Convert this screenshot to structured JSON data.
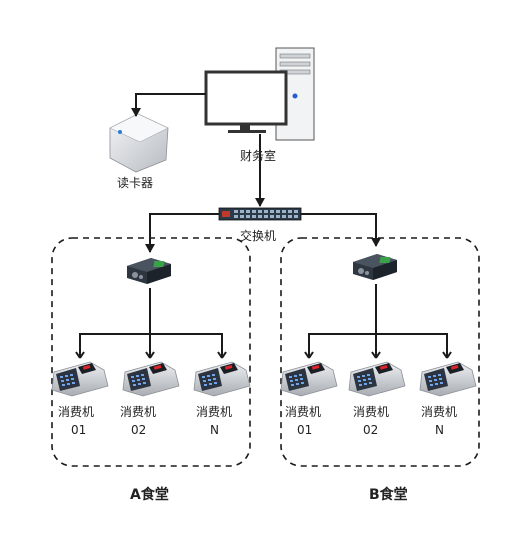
{
  "finance_room": {
    "label": "财务室"
  },
  "card_reader": {
    "label": "读卡器"
  },
  "switch": {
    "label": "交换机"
  },
  "hall_a": {
    "name": "A食堂",
    "terminals": [
      {
        "label": "消费机",
        "number": "01"
      },
      {
        "label": "消费机",
        "number": "02"
      },
      {
        "label": "消费机",
        "number": "N"
      }
    ]
  },
  "hall_b": {
    "name": "B食堂",
    "terminals": [
      {
        "label": "消费机",
        "number": "01"
      },
      {
        "label": "消费机",
        "number": "02"
      },
      {
        "label": "消费机",
        "number": "N"
      }
    ]
  },
  "colors": {
    "line": "#1a1a1a",
    "monitor_frame": "#333333",
    "tower": "#f2f3f5",
    "power_led": "#2a5bd7",
    "switch_body": "#2b3a48",
    "switch_port": "#9fb3c8",
    "device_gray": "#c9cbcf"
  },
  "icons": [
    "computer-icon",
    "card-reader-icon",
    "network-switch-icon",
    "converter-icon",
    "pos-terminal-icon"
  ]
}
